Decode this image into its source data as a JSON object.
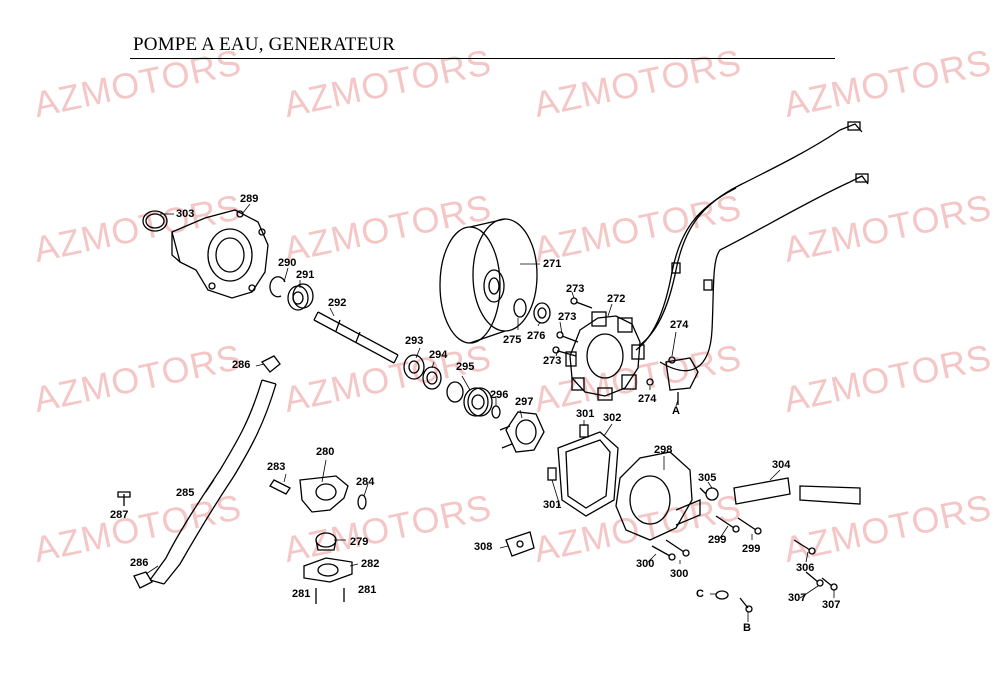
{
  "title": "POMPE A EAU, GENERATEUR",
  "watermark": "AZMOTORS",
  "labels": [
    "303",
    "289",
    "290",
    "291",
    "292",
    "271",
    "272",
    "273",
    "273",
    "273",
    "274",
    "274",
    "275",
    "276",
    "293",
    "294",
    "295",
    "296",
    "297",
    "286",
    "286",
    "285",
    "287",
    "283",
    "280",
    "284",
    "279",
    "282",
    "281",
    "281",
    "301",
    "301",
    "302",
    "298",
    "305",
    "304",
    "299",
    "299",
    "300",
    "300",
    "308",
    "306",
    "307",
    "307",
    "A",
    "B",
    "C"
  ]
}
